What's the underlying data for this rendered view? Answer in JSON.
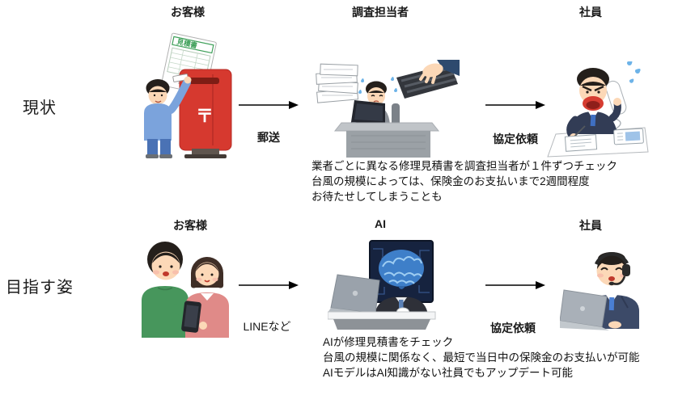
{
  "diagram_title": "",
  "rows": {
    "current": {
      "row_label": "現状",
      "columns": {
        "customer": "お客様",
        "middle": "調査担当者",
        "right": "社員"
      },
      "arrows": {
        "first": "郵送",
        "second": "協定依頼"
      },
      "caption_lines": [
        "業者ごとに異なる修理見積書を調査担当者が１件ずつチェック",
        "台風の規模によっては、保険金のお支払いまで2週間程度",
        "お待たせしてしまうことも"
      ],
      "illustrations": {
        "customer": "person-mailing-estimate-into-red-postbox",
        "middle": "overworked-investigator-with-paper-pile-and-typing-hand",
        "right": "angry-employee-shouting-on-phone"
      }
    },
    "target": {
      "row_label": "目指す姿",
      "columns": {
        "customer": "お客様",
        "middle": "AI",
        "right": "社員"
      },
      "arrows": {
        "first": "LINEなど",
        "second": "協定依頼"
      },
      "caption_lines": [
        "AIが修理見積書をチェック",
        "台風の規模に関係なく、最短で当日中の保険金のお支払いが可能",
        "AIモデルはAI知識がない社員でもアップデート可能"
      ],
      "illustrations": {
        "customer": "couple-looking-at-smartphone",
        "middle": "ai-brain-screen-at-desk-with-laptop",
        "right": "support-employee-with-headset-at-laptop"
      }
    }
  },
  "illustration_text": {
    "estimate_doc_label": "見積書",
    "postbox_mark": "〒"
  },
  "colors": {
    "text": "#1a1a1a",
    "arrow": "#000000",
    "postbox_red": "#d6392f",
    "postbox_red_dark": "#9e241d",
    "estimate_green": "#3fa05a",
    "skin": "#fcd8b7",
    "hair_black": "#241f1b",
    "shirt_blue": "#7ba3dc",
    "pants_blue": "#4a72b5",
    "suit_gray": "#8a8f96",
    "suit_navy": "#323c55",
    "sweat_blue": "#6db3e8",
    "mouth_red": "#c0392b",
    "sweater_green": "#47965c",
    "sweater_pink": "#e08a88",
    "ai_screen_navy": "#16233f",
    "brain_blue": "#3e7fc9",
    "laptop_gray": "#a9b0b8",
    "desk_gray": "#9ba1a6"
  }
}
